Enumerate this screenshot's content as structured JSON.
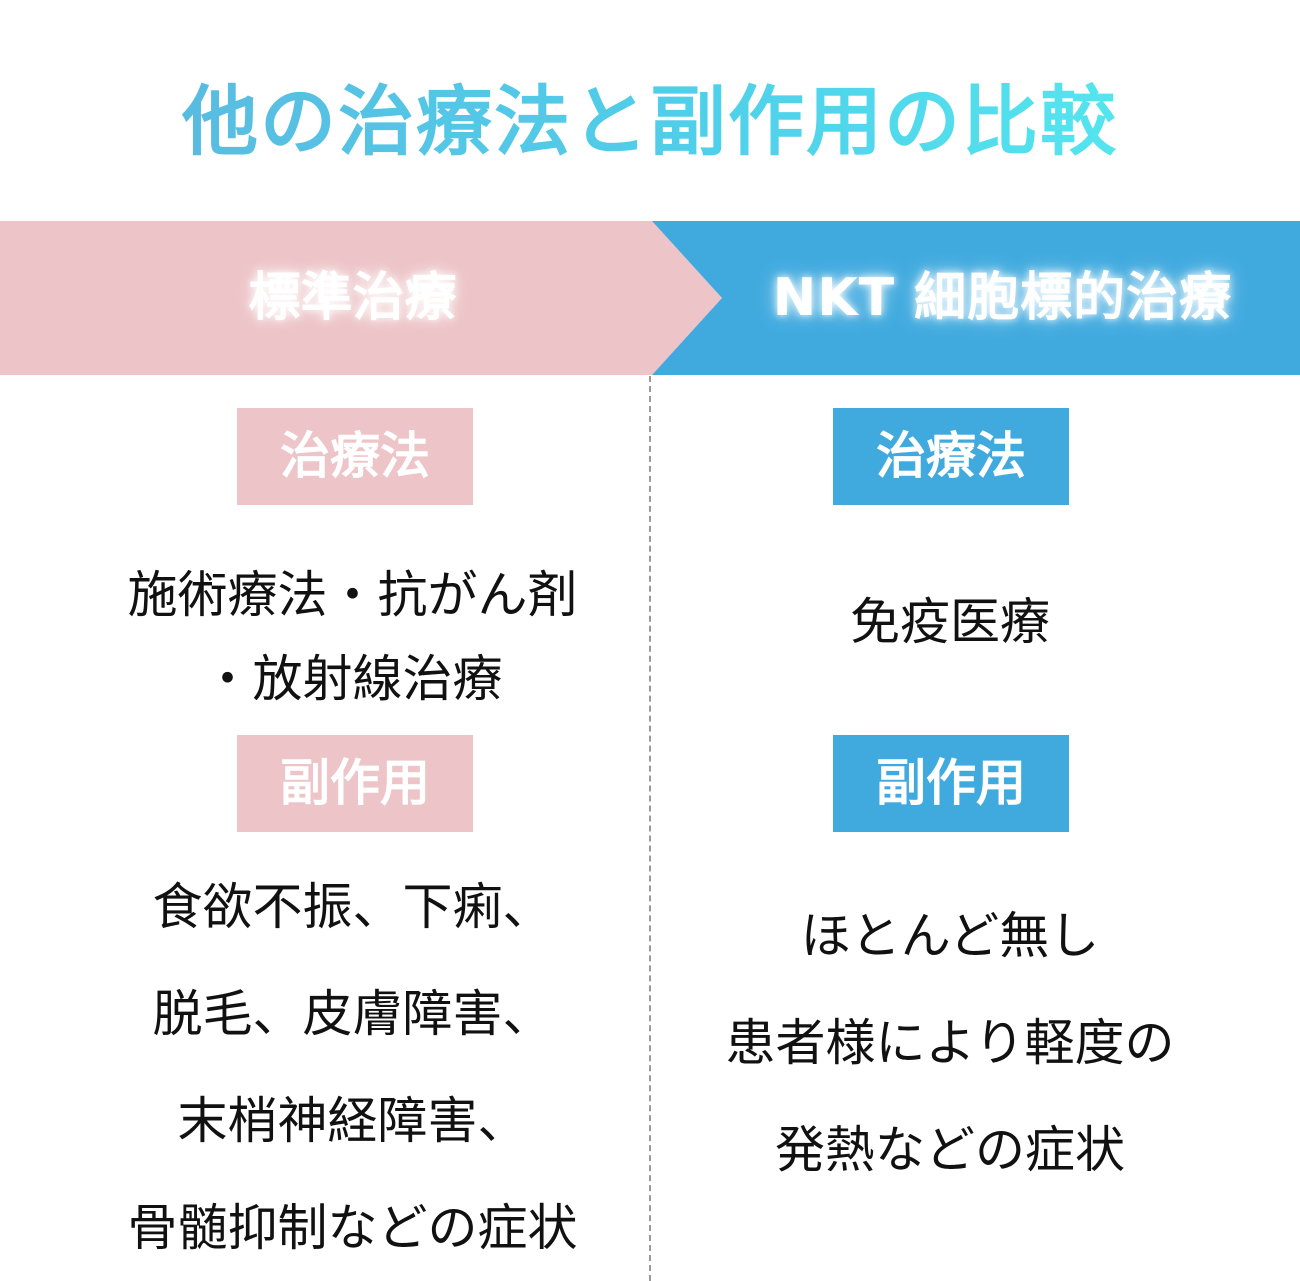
{
  "title": "他の治療法と副作用の比較",
  "colors": {
    "title_gradient_start": "#5cb5de",
    "title_gradient_end": "#56eef0",
    "pink": "#edc4c7",
    "blue": "#40aadf",
    "text": "#111111",
    "divider": "#9a9a9a"
  },
  "banner": {
    "left_label": "標準治療",
    "right_label": "NKT 細胞標的治療"
  },
  "left": {
    "treatment_badge": "治療法",
    "treatment_lines": [
      "施術療法・抗がん剤",
      "・放射線治療"
    ],
    "side_effect_badge": "副作用",
    "side_effect_lines": [
      "食欲不振、下痢、",
      "脱毛、皮膚障害、",
      "末梢神経障害、",
      "骨髄抑制などの症状"
    ]
  },
  "right": {
    "treatment_badge": "治療法",
    "treatment_lines": [
      "免疫医療"
    ],
    "side_effect_badge": "副作用",
    "side_effect_lines": [
      "ほとんど無し",
      "患者様により軽度の",
      "発熱などの症状"
    ]
  }
}
